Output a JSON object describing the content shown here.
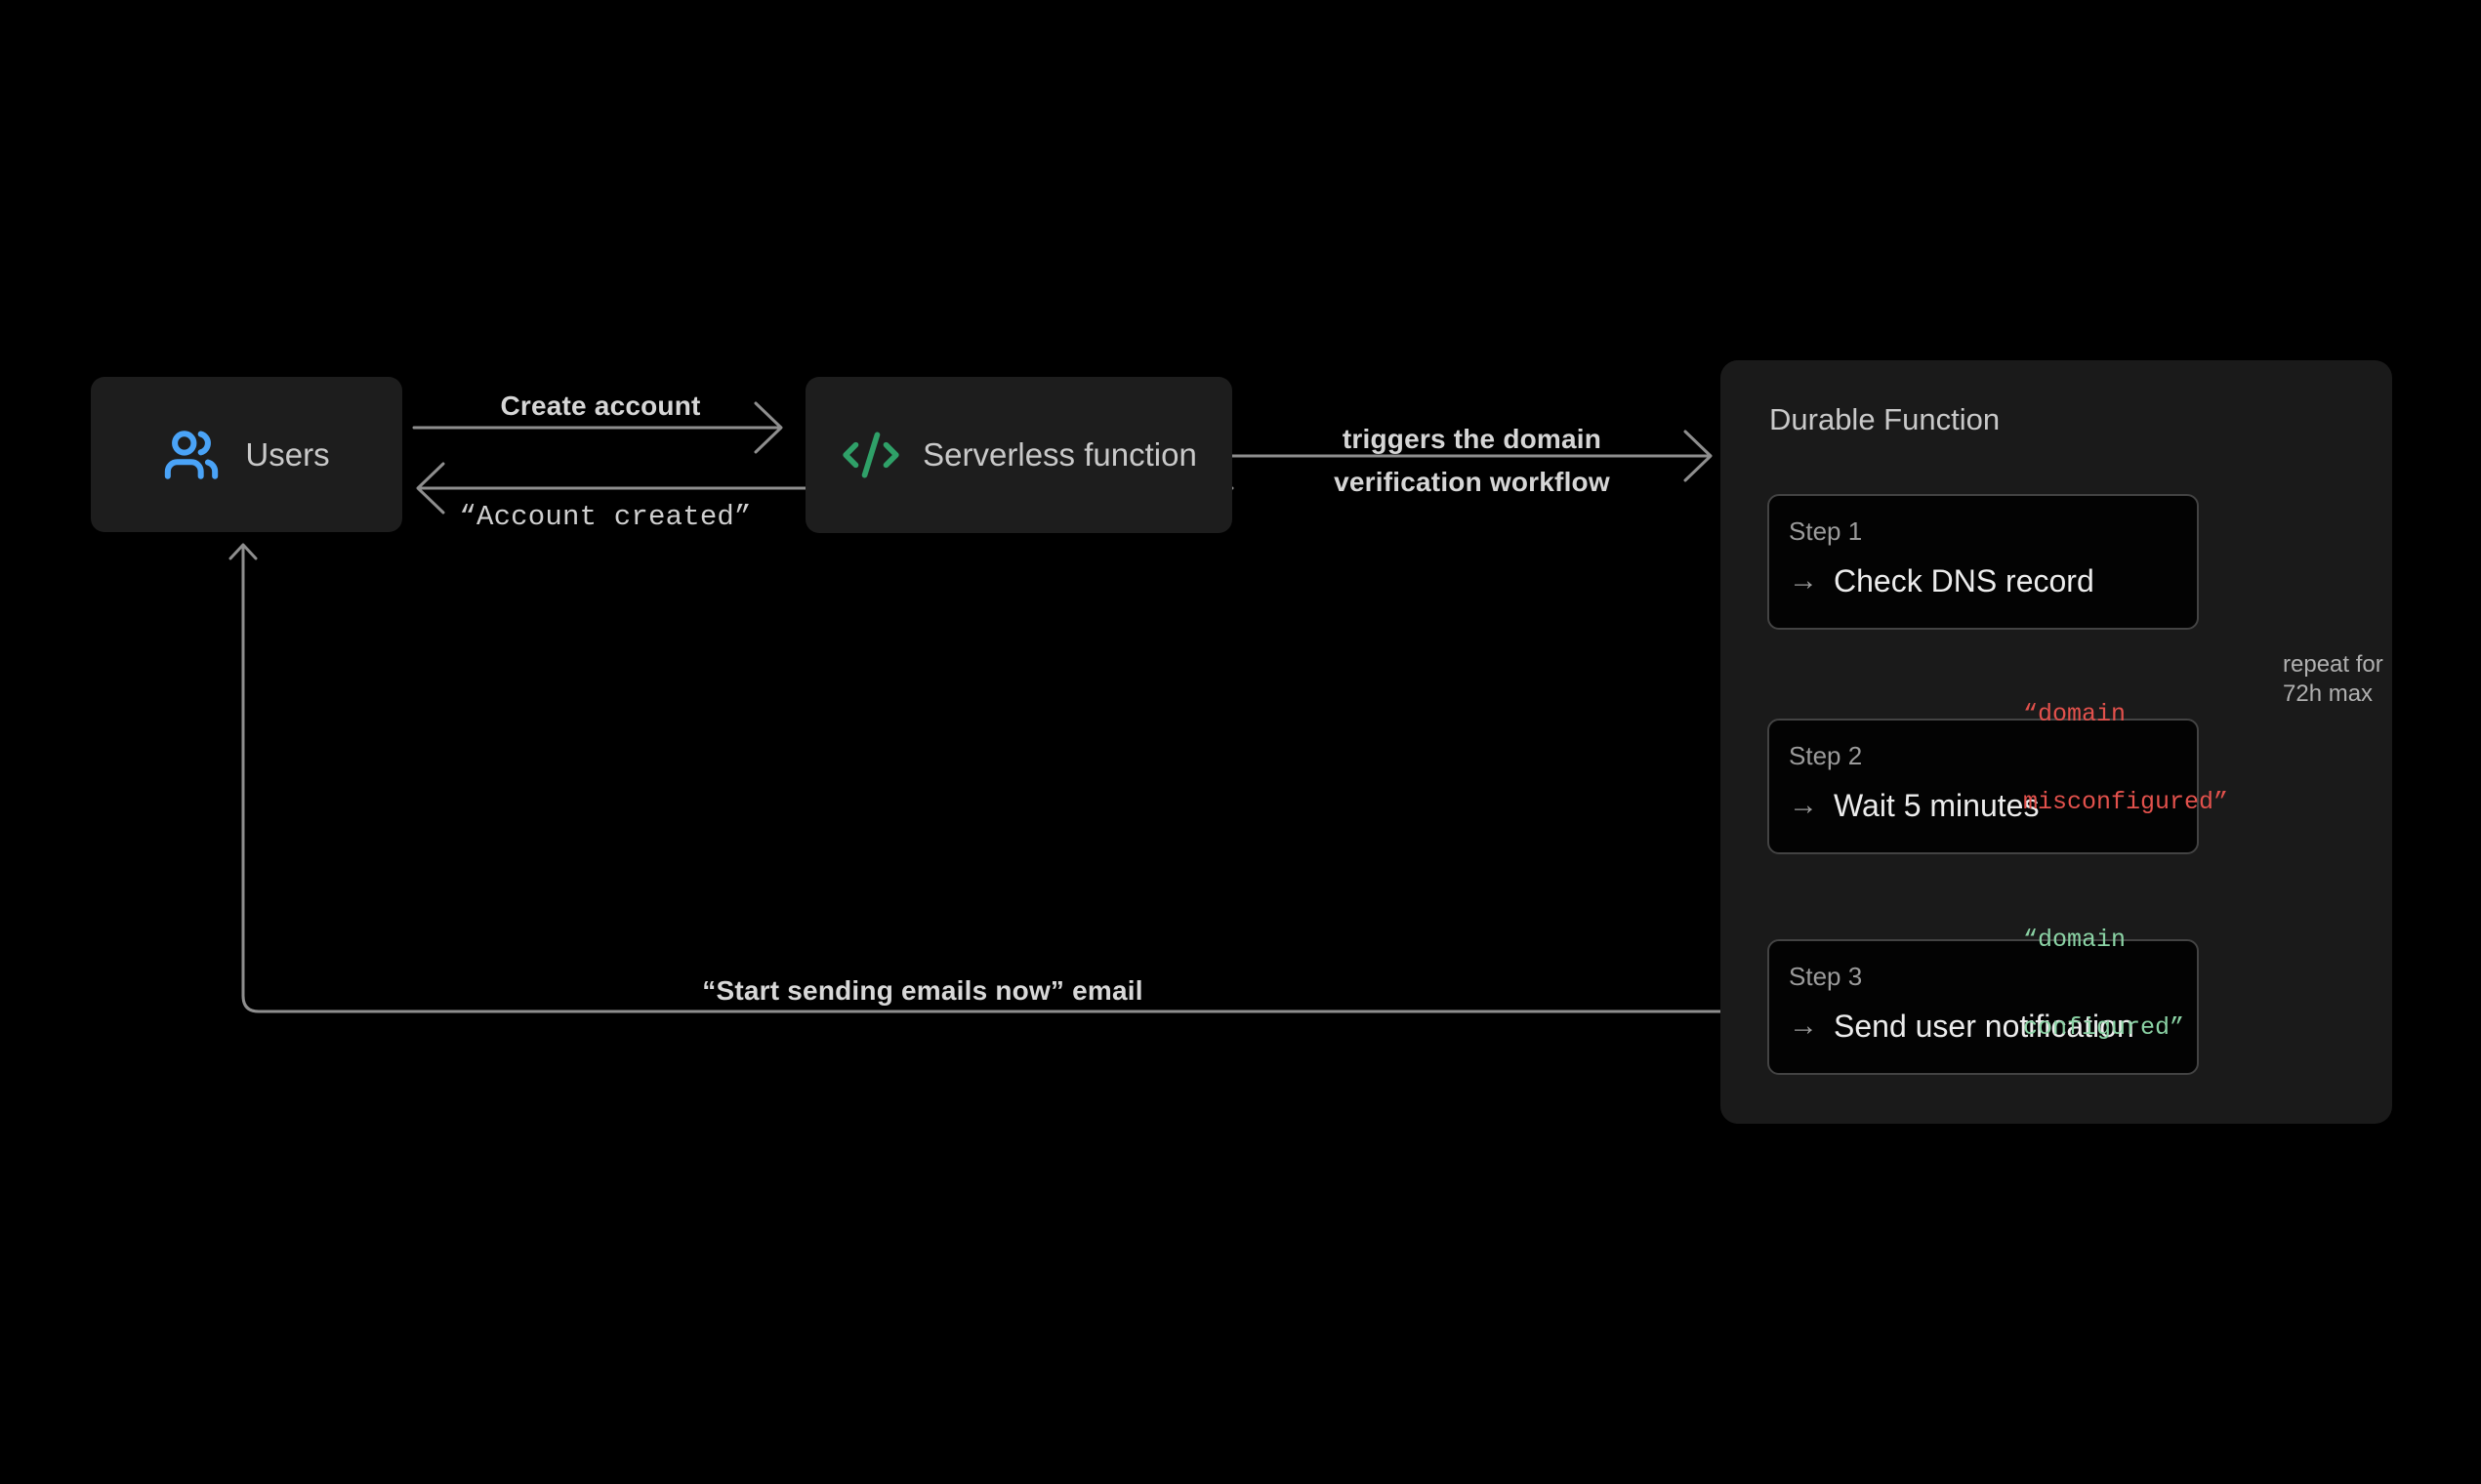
{
  "canvas": {
    "background": "#000000"
  },
  "nodes": {
    "users": {
      "label": "Users",
      "icon": "users-icon",
      "icon_color": "#4AA3F7"
    },
    "serverless": {
      "label": "Serverless function",
      "icon": "code-icon",
      "icon_color": "#2FA068"
    }
  },
  "edges": {
    "create_account": {
      "label": "Create account"
    },
    "account_created": {
      "label": "“Account created”"
    },
    "triggers": {
      "line1": "triggers the domain",
      "line2": "verification workflow"
    },
    "start_email": {
      "label": "“Start sending emails now” email"
    }
  },
  "durable": {
    "title": "Durable Function",
    "arrow_glyph": "→",
    "steps": [
      {
        "label": "Step 1",
        "action": "Check DNS record"
      },
      {
        "label": "Step 2",
        "action": "Wait 5 minutes"
      },
      {
        "label": "Step 3",
        "action": "Send user notification"
      }
    ],
    "edge_labels": {
      "misconfigured": {
        "line1": "“domain",
        "line2": "misconfigured”",
        "color": "#E2514C"
      },
      "configured": {
        "line1": "“domain",
        "line2": "configured”",
        "color": "#8BD3A5"
      },
      "repeat": {
        "line1": "repeat for",
        "line2": "72h max"
      }
    }
  },
  "colors": {
    "wire": "#8E8E8E",
    "node_fill": "#1D1D1D",
    "container_fill": "#1A1A1A",
    "step_fill": "#030303",
    "step_border": "#434343",
    "bold_label": "#D6D6D6",
    "step_label": "#9B9B9B",
    "step_action": "#ECECEC"
  }
}
